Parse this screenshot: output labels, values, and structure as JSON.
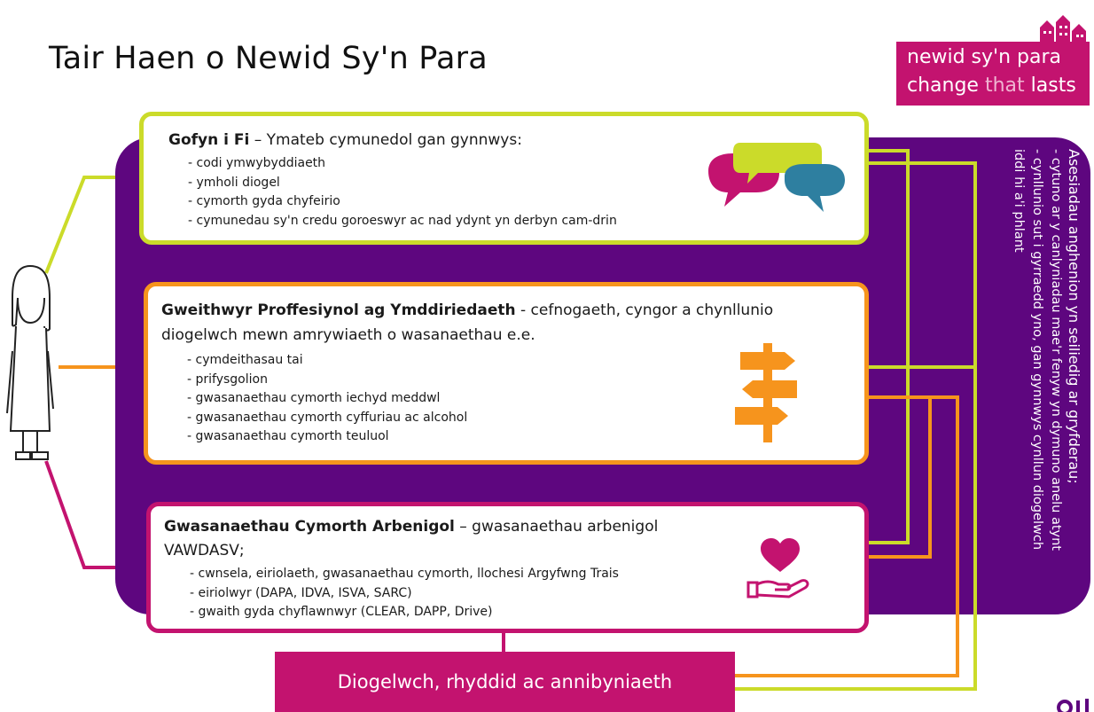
{
  "title": "Tair Haen o Newid Sy'n Para",
  "logo": {
    "line1": "newid sy'n para",
    "line2_a": "change ",
    "line2_b": "that ",
    "line2_c": "lasts"
  },
  "tier1": {
    "heading_bold": "Gofyn i Fi",
    "heading_rest": " – Ymateb cymunedol gan gynnwys:",
    "items": [
      "- codi ymwybyddiaeth",
      "- ymholi diogel",
      "- cymorth gyda chyfeirio",
      "- cymunedau sy'n credu goroeswyr ac nad ydynt yn derbyn cam-drin"
    ]
  },
  "tier2": {
    "heading_bold": "Gweithwyr Proffesiynol ag Ymddiriedaeth",
    "heading_rest": " - cefnogaeth, cyngor a chynllunio",
    "heading_line2": "diogelwch mewn amrywiaeth o wasanaethau e.e.",
    "items": [
      "- cymdeithasau tai",
      "- prifysgolion",
      "- gwasanaethau cymorth iechyd meddwl",
      "- gwasanaethau cymorth cyffuriau ac alcohol",
      "- gwasanaethau cymorth teuluol"
    ]
  },
  "tier3": {
    "heading_bold": "Gwasanaethau Cymorth Arbenigol",
    "heading_rest": " – gwasanaethau arbenigol",
    "heading_line2": "VAWDASV;",
    "items": [
      "- cwnsela, eiriolaeth, gwasanaethau cymorth,  llochesi Argyfwng Trais",
      "- eiriolwyr (DAPA, IDVA, ISVA, SARC)",
      "- gwaith gyda chyflawnwyr (CLEAR, DAPP, Drive)"
    ]
  },
  "side_text": {
    "line1": "Asesiadau anghenion yn seiliedig ar gryfderau;",
    "line2": "- cytuno ar y canlyniadau mae'r fenyw yn dymuno anelu atynt",
    "line3": "- cynllunio sut i gyrraedd yno, gan gynnwys cynllun diogelwch",
    "line4": "iddi hi a'i phlant"
  },
  "outcome": "Diogelwch, rhyddid ac annibyniaeth",
  "colors": {
    "purple": "#5e067f",
    "lime": "#cbdb2a",
    "orange": "#f6941d",
    "magenta": "#c3136f",
    "teal": "#2e7fa0"
  },
  "icons": {
    "tier1": "speech-bubbles-icon",
    "tier2": "signpost-icon",
    "tier3": "heart-in-hand-icon",
    "person": "person-figure-icon",
    "logo": "houses-icon"
  }
}
